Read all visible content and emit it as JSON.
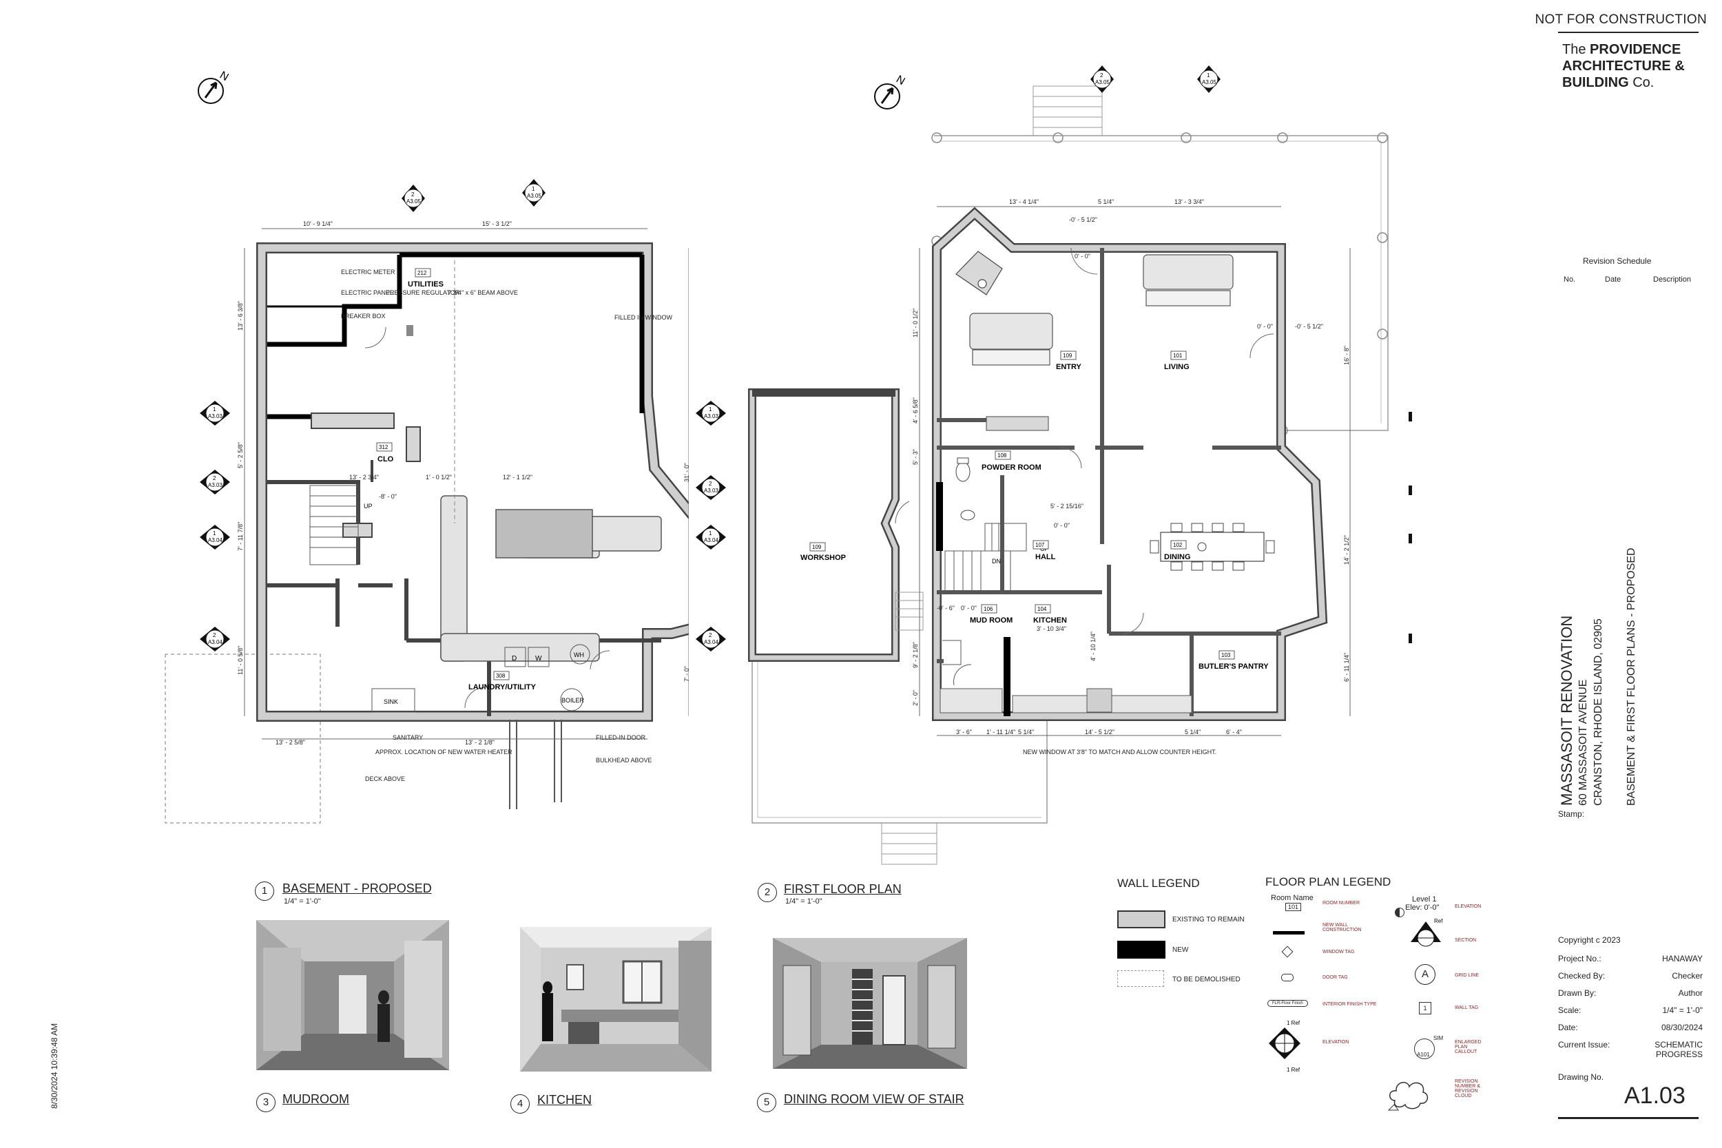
{
  "header": {
    "not_for_construction": "NOT FOR CONSTRUCTION",
    "firm_line1_pre": "The ",
    "firm_line1": "PROVIDENCE",
    "firm_line2": "ARCHITECTURE &",
    "firm_line3": "BUILDING",
    "firm_line3_post": " Co."
  },
  "revision": {
    "title": "Revision Schedule",
    "col_no": "No.",
    "col_date": "Date",
    "col_desc": "Description"
  },
  "project": {
    "name": "MASSASOIT RENOVATION",
    "address1": "60 MASSASOIT AVENUE",
    "address2": "CRANSTON, RHODE ISLAND, 02905",
    "sheet_title": "BASEMENT & FIRST FLOOR PLANS - PROPOSED",
    "stamp_label": "Stamp:"
  },
  "info": {
    "copyright": "Copyright  c 2023",
    "rows": [
      {
        "label": "Project No.:",
        "value": "HANAWAY"
      },
      {
        "label": "Checked By:",
        "value": "Checker"
      },
      {
        "label": "Drawn By:",
        "value": "Author"
      },
      {
        "label": "Scale:",
        "value": "1/4\" = 1'-0\""
      },
      {
        "label": "Date:",
        "value": "08/30/2024"
      },
      {
        "label": "Current Issue:",
        "value": "SCHEMATIC PROGRESS"
      }
    ],
    "drawing_no_label": "Drawing No.",
    "drawing_no": "A1.03"
  },
  "views": {
    "v1": {
      "num": "1",
      "title": "BASEMENT - PROPOSED",
      "scale": "1/4\" = 1'-0\""
    },
    "v2": {
      "num": "2",
      "title": "FIRST FLOOR PLAN",
      "scale": "1/4\" = 1'-0\""
    },
    "v3": {
      "num": "3",
      "title": "MUDROOM"
    },
    "v4": {
      "num": "4",
      "title": "KITCHEN"
    },
    "v5": {
      "num": "5",
      "title": "DINING ROOM VIEW OF STAIR"
    }
  },
  "wall_legend": {
    "title": "WALL LEGEND",
    "existing": "EXISTING TO REMAIN",
    "new": "NEW",
    "demo": "TO BE DEMOLISHED"
  },
  "floor_plan_legend": {
    "title": "FLOOR PLAN LEGEND",
    "room_name": "Room Name",
    "room_num": "101",
    "room_number": "ROOM NUMBER",
    "new_wall": "NEW WALL CONSTRUCTION",
    "window_tag": "WINDOW TAG",
    "door_tag": "DOOR TAG",
    "interior_finish": "INTERIOR FINISH TYPE",
    "finish_tag": "FLR-Floor Finish",
    "elevation": "ELEVATION",
    "level": "Level 1",
    "level_elev": "Elev: 0'-0\"",
    "elevation2": "ELEVATION",
    "section": "SECTION",
    "grid_line": "GRID LINE",
    "grid_tag": "A",
    "wall_tag": "WALL TAG",
    "wall_tag_num": "1",
    "enlarged": "ENLARGED PLAN CALLOUT",
    "revision": "REVISION NUMBER & REVISION CLOUD",
    "sheet_ref": "A101",
    "ref": "Ref",
    "sim": "SIM",
    "one_ref": "1 Ref"
  },
  "basement": {
    "rooms": [
      {
        "num": "212",
        "name": "UTILITIES"
      },
      {
        "num": "312",
        "name": "CLO"
      },
      {
        "num": "308",
        "name": "LAUNDRY/UTILITY"
      }
    ],
    "notes": {
      "electric_meter": "ELECTRIC METER",
      "electric_panel": "ELECTRIC PANEL",
      "pressure": "PRESSURE REGULATOR",
      "breaker": "BREAKER BOX",
      "beam": "7 3/4\" x 6\" BEAM ABOVE",
      "filled_window": "FILLED IN WINDOW",
      "sanitary": "SANITARY",
      "water_heater": "APPROX. LOCATION OF NEW WATER HEATER",
      "filled_door": "FILLED-IN DOOR",
      "bulkhead": "BULKHEAD ABOVE",
      "deck": "DECK ABOVE",
      "sink": "SINK",
      "boiler": "BOILER",
      "d": "D",
      "w": "W",
      "wh": "WH",
      "up": "UP"
    },
    "dims": {
      "top_left": "10' - 9 1/4\"",
      "top_right": "15' - 3 1/2\"",
      "d_mid1": "13' - 2 3/4\"",
      "d_mid2": "1' - 0 1/2\"",
      "d_mid3": "12' - 1 1/2\"",
      "bot1": "13' - 2 5/8\"",
      "bot2": "13' - 2 1/8\"",
      "elev1": "-8' - 0\"",
      "left1": "13' - 6 3/8\"",
      "left2": "5' - 2 5/8\"",
      "left3": "7' - 11 7/8\"",
      "left4": "11' - 0 5/8\"",
      "right1": "31' - 0\"",
      "right2": "7' - 0\""
    }
  },
  "first_floor": {
    "rooms": [
      {
        "num": "109",
        "name": "ENTRY"
      },
      {
        "num": "101",
        "name": "LIVING"
      },
      {
        "num": "108",
        "name": "POWDER ROOM"
      },
      {
        "num": "107",
        "name": "HALL"
      },
      {
        "num": "102",
        "name": "DINING"
      },
      {
        "num": "106",
        "name": "MUD ROOM"
      },
      {
        "num": "104",
        "name": "KITCHEN"
      },
      {
        "num": "103",
        "name": "BUTLER'S PANTRY"
      },
      {
        "num": "109",
        "name": "WORKSHOP"
      }
    ],
    "notes": {
      "new_window": "NEW WINDOW AT 3'8\" TO MATCH AND ALLOW COUNTER HEIGHT.",
      "dn": "DN",
      "up": "UP"
    },
    "dims": {
      "top1": "13' - 4 1/4\"",
      "top2": "5 1/4\"",
      "top3": "13' - 3 3/4\"",
      "el1": "-0' - 5 1/2\"",
      "el2": "0' - 0\"",
      "el3": "0' - 0\"",
      "el4": "-0' - 5 1/2\"",
      "el5": "0' - 0\"",
      "el6": "-0' - 6\"",
      "el7": "0' - 0\"",
      "hall_dim": "5' - 2 15/16\"",
      "kit_dim": "3' - 10 3/4\"",
      "kit_dim2": "4' - 10 1/4\"",
      "bot1": "3' - 6\"",
      "bot2": "1' - 11 1/4\"",
      "bot3": "5 1/4\"",
      "bot4": "14' - 5 1/2\"",
      "bot5": "5 1/4\"",
      "bot6": "6' - 4\"",
      "left1": "11' - 0 1/2\"",
      "left2": "4' - 6 5/8\"",
      "left3": "5' - 3\"",
      "left4": "9' - 2 1/8\"",
      "left5": "2' - 0\"",
      "right1": "16' - 8\"",
      "right2": "14' - 2 1/2\"",
      "right3": "6' - 11 1/4\""
    }
  },
  "callouts": [
    {
      "num": "2",
      "sheet": "A3.05"
    },
    {
      "num": "1",
      "sheet": "A3.05"
    },
    {
      "num": "1",
      "sheet": "A3.03"
    },
    {
      "num": "2",
      "sheet": "A3.03"
    },
    {
      "num": "1",
      "sheet": "A3.04"
    },
    {
      "num": "2",
      "sheet": "A3.04"
    }
  ],
  "north": "N",
  "side_date": "8/30/2024 10:39:48 AM"
}
